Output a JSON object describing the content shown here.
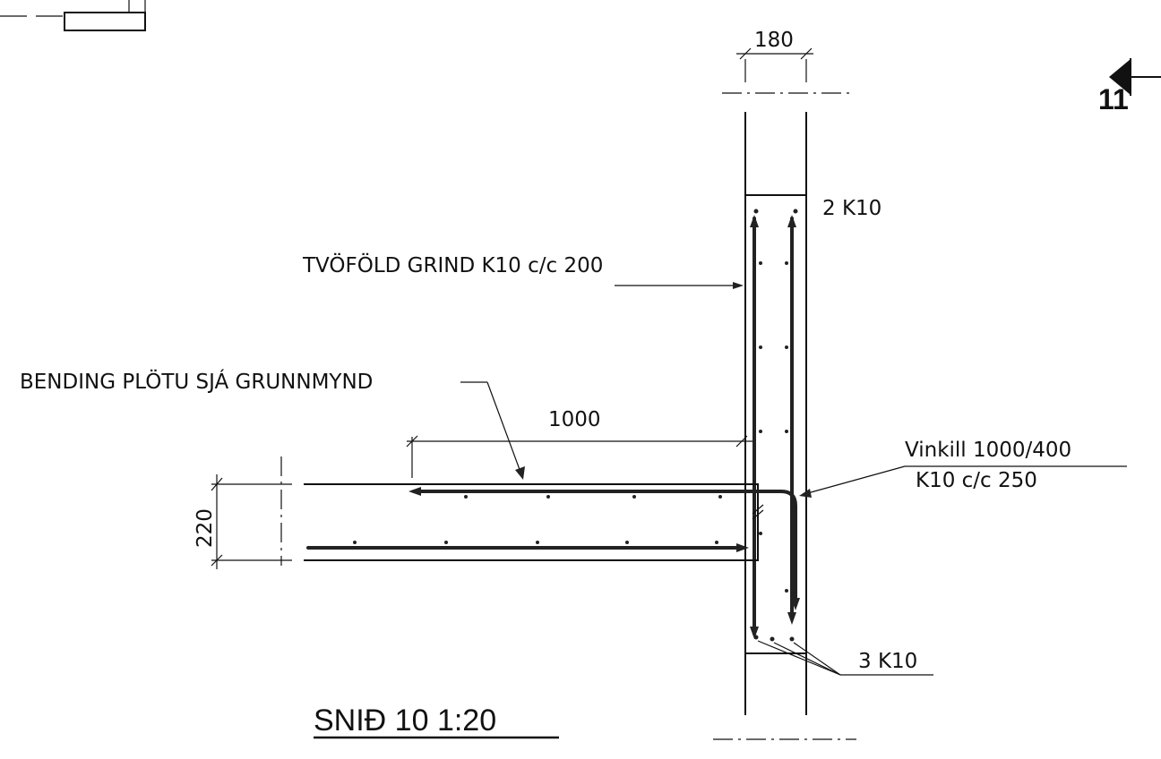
{
  "section": {
    "title": "SNIÐ 10 1:20",
    "ref_marker": "11"
  },
  "dimensions": {
    "wall_thickness": "180",
    "slab_thickness": "220",
    "slab_length": "1000"
  },
  "labels": {
    "double_mesh": "TVÖFÖLD GRIND K10 c/c 200",
    "slab_rebar": "BENDING PLÖTU SJÁ GRUNNMYND",
    "top_bars": "2 K10",
    "angle_line1": "Vinkill 1000/400",
    "angle_line2": "K10 c/c 250",
    "bottom_bars": "3 K10"
  }
}
